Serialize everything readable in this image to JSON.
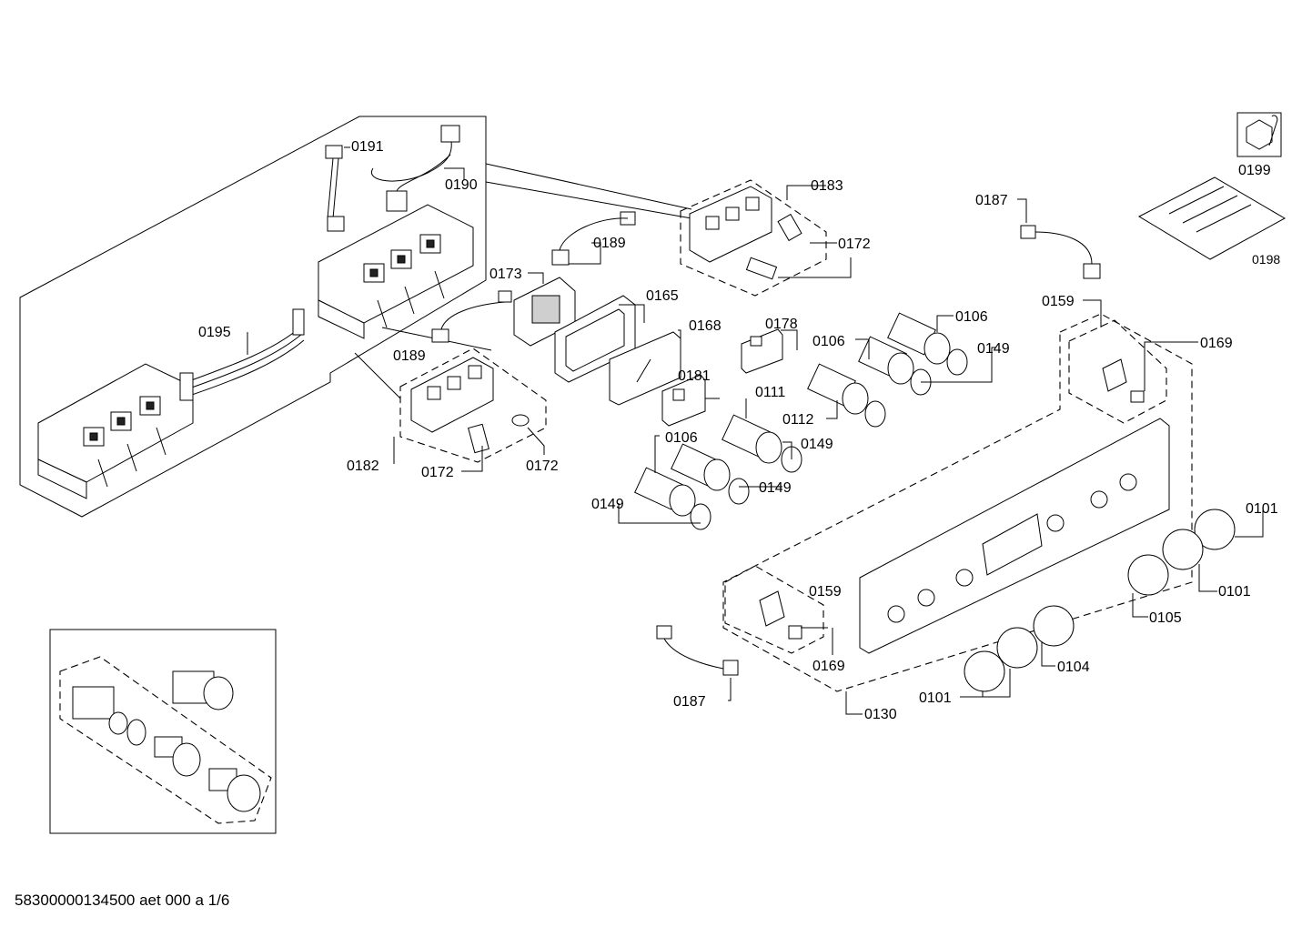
{
  "labels": {
    "l0191": "0191",
    "l0190": "0190",
    "l0189a": "0189",
    "l0189b": "0189",
    "l0173": "0173",
    "l0165": "0165",
    "l0168": "0168",
    "l0178": "0178",
    "l0183": "0183",
    "l0172a": "0172",
    "l0172b": "0172",
    "l0172c": "0172",
    "l0187a": "0187",
    "l0187b": "0187",
    "l0199": "0199",
    "l0198": "0198",
    "l0195": "0195",
    "l0182": "0182",
    "l0181": "0181",
    "l0111": "0111",
    "l0112": "0112",
    "l0106a": "0106",
    "l0106b": "0106",
    "l0106c": "0106",
    "l0149a": "0149",
    "l0149b": "0149",
    "l0149c": "0149",
    "l0149d": "0149",
    "l0159a": "0159",
    "l0159b": "0159",
    "l0169a": "0169",
    "l0169b": "0169",
    "l0101a": "0101",
    "l0101b": "0101",
    "l0101c": "0101",
    "l0105": "0105",
    "l0104": "0104",
    "l0130": "0130"
  },
  "footer": "58300000134500 aet 000 a 1/6"
}
